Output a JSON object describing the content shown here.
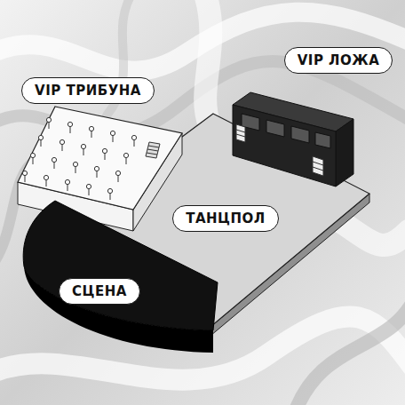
{
  "diagram": {
    "nodes": [
      {
        "text": [
          "VIP ЛОЖА"
        ]
      },
      {
        "text": [
          "VIP ТРИБУНА"
        ]
      },
      {
        "text": [
          "ТАНЦПОЛ"
        ]
      },
      {
        "text": [
          "СЦЕНА"
        ]
      }
    ]
  }
}
